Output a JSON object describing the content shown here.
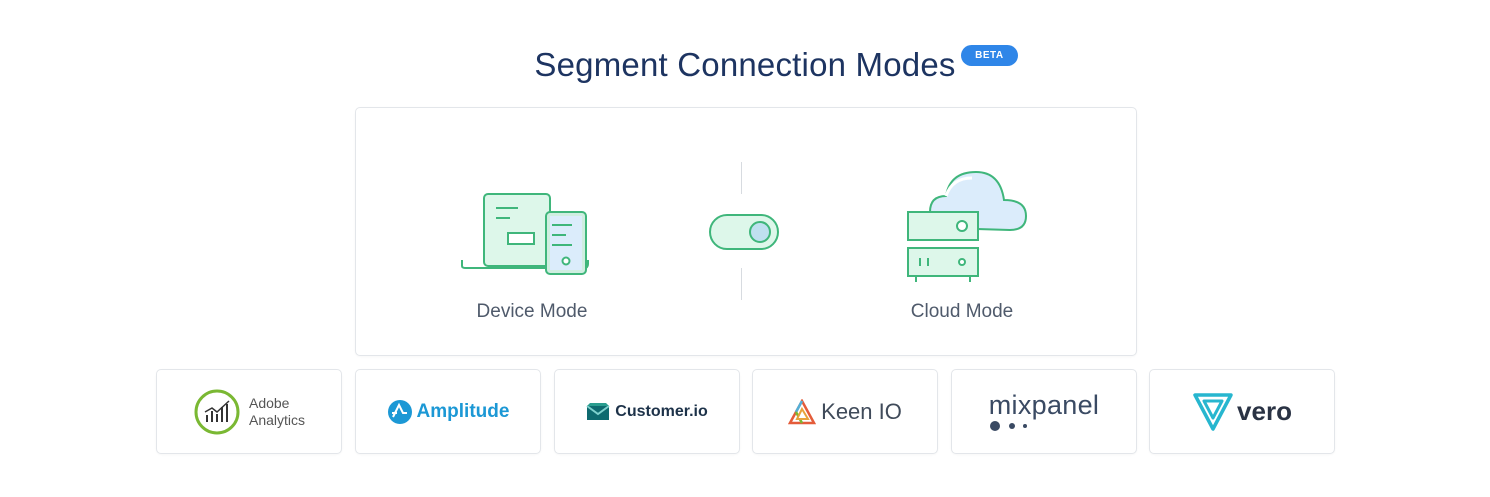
{
  "header": {
    "title": "Segment Connection Modes",
    "badge": "BETA"
  },
  "modes": {
    "device_label": "Device Mode",
    "cloud_label": "Cloud Mode"
  },
  "integrations": [
    {
      "name": "Adobe",
      "sub": "Analytics",
      "icon": "adobe-analytics-icon"
    },
    {
      "name": "Amplitude",
      "icon": "amplitude-icon"
    },
    {
      "name": "Customer.io",
      "icon": "customerio-icon"
    },
    {
      "name": "Keen IO",
      "icon": "keen-icon"
    },
    {
      "name": "mixpanel",
      "icon": "mixpanel-dots"
    },
    {
      "name": "vero",
      "icon": "vero-icon"
    }
  ],
  "colors": {
    "title": "#1d3461",
    "badge": "#2f86e8",
    "accent_green": "#3fb67b",
    "accent_green_fill": "#ddf7ea",
    "cloud_fill": "#dbecfb"
  }
}
